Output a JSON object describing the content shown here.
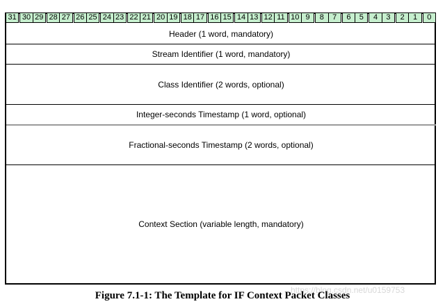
{
  "bit_labels": [
    "31",
    "30",
    "29",
    "28",
    "27",
    "26",
    "25",
    "24",
    "23",
    "22",
    "21",
    "20",
    "19",
    "18",
    "17",
    "16",
    "15",
    "14",
    "13",
    "12",
    "11",
    "10",
    "9",
    "8",
    "7",
    "6",
    "5",
    "4",
    "3",
    "2",
    "1",
    "0"
  ],
  "fields": {
    "header": "Header (1 word, mandatory)",
    "stream_identifier": "Stream Identifier (1 word, mandatory)",
    "class_identifier": "Class Identifier (2 words, optional)",
    "integer_timestamp": "Integer-seconds Timestamp (1 word, optional)",
    "fractional_timestamp": "Fractional-seconds Timestamp (2 words, optional)",
    "context_section": "Context Section (variable length, mandatory)"
  },
  "caption": "Figure 7.1-1:  The Template for IF Context Packet Classes",
  "watermark": "https://blog.csdn.net/u0159753",
  "colors": {
    "bit_cell": "#c6efce",
    "border": "#000000",
    "grey_divider": "#9a9a9a"
  }
}
